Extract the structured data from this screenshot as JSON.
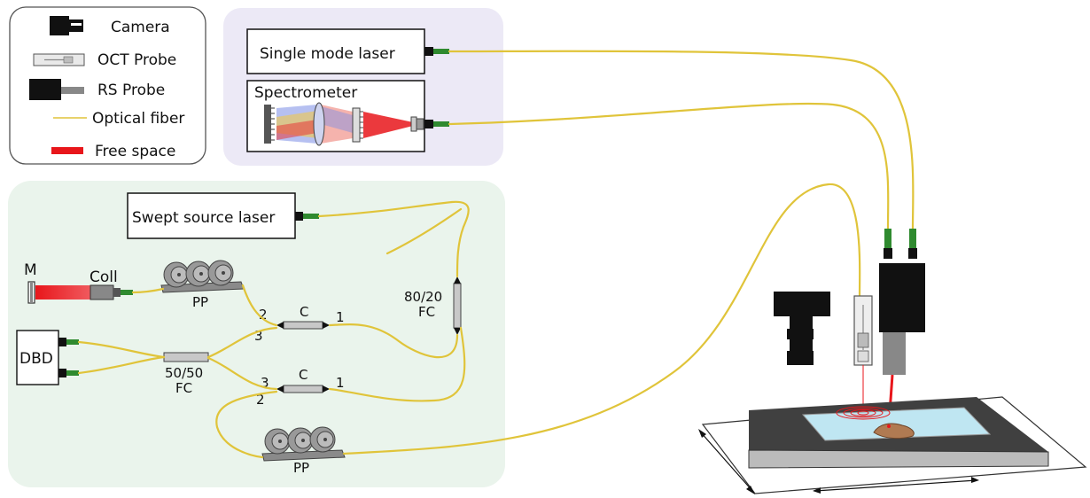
{
  "legend": {
    "items": [
      {
        "icon": "camera-icon",
        "label": "Camera"
      },
      {
        "icon": "oct-probe-icon",
        "label": "OCT Probe"
      },
      {
        "icon": "rs-probe-icon",
        "label": "RS Probe"
      },
      {
        "icon": "optical-fiber-icon",
        "label": "Optical fiber"
      },
      {
        "icon": "free-space-icon",
        "label": "Free space"
      }
    ]
  },
  "raman_module": {
    "single_mode_laser": "Single mode laser",
    "spectrometer": "Spectrometer"
  },
  "oct_module": {
    "swept_source_laser": "Swept source laser",
    "mirror": "M",
    "collimator": "Coll",
    "polarization_paddles_top": "PP",
    "polarization_paddles_bottom": "PP",
    "detector": "DBD",
    "coupler_50_50_ratio": "50/50",
    "coupler_50_50_fc": "FC",
    "coupler_80_20_ratio": "80/20",
    "coupler_80_20_fc": "FC",
    "circulator_top": {
      "label": "C",
      "port1": "1",
      "port2": "2",
      "port3": "3"
    },
    "circulator_bottom": {
      "label": "C",
      "port1": "1",
      "port2": "2",
      "port3": "3"
    }
  },
  "colors": {
    "fiber": "#e0c43a",
    "free_space": "#e8161b",
    "connector": "#2f8a2f",
    "legend_border": "#555555",
    "raman_panel": "#ece9f6",
    "oct_panel": "#eaf4ec",
    "stage_glass": "#bfe6f2"
  }
}
